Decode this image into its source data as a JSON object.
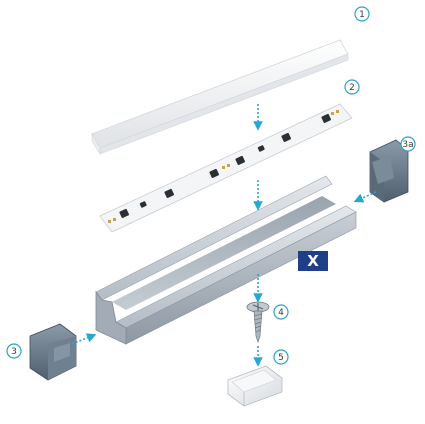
{
  "callouts": {
    "diffuser": "1",
    "led_strip": "2",
    "end_cap_left": "3",
    "end_cap_right": "3a",
    "screw": "4",
    "mounting_clip": "5"
  },
  "profile_badge": "X",
  "colors": {
    "callout_ring": "#2ea3c9",
    "guide_arrow": "#29a7d2",
    "badge_bg": "#1f3f8a",
    "aluminium": "#b4bcc6",
    "end_cap": "#6b7c8c"
  }
}
